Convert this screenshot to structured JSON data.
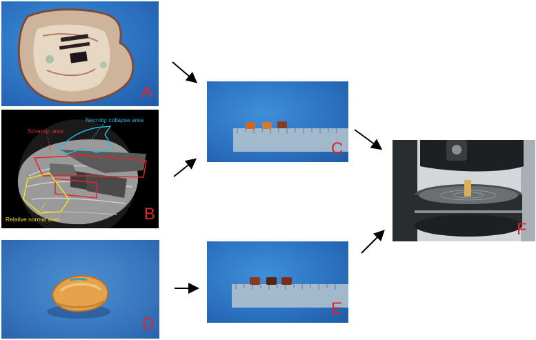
{
  "panels": {
    "a": {
      "letter": "A"
    },
    "b": {
      "letter": "B",
      "labels": {
        "necrotic": "Necrotic collapse area",
        "sclerotic": "Sclerotic area",
        "normal": "Relative normal area"
      }
    },
    "c": {
      "letter": "C"
    },
    "d": {
      "letter": "D"
    },
    "e": {
      "letter": "E"
    },
    "f": {
      "letter": "F"
    }
  },
  "colors": {
    "panel_letter": "#e0262b",
    "necrotic_outline": "#2bb7e0",
    "sclerotic_outline": "#e0262b",
    "normal_outline": "#f0e020",
    "arrow": "#000000"
  }
}
